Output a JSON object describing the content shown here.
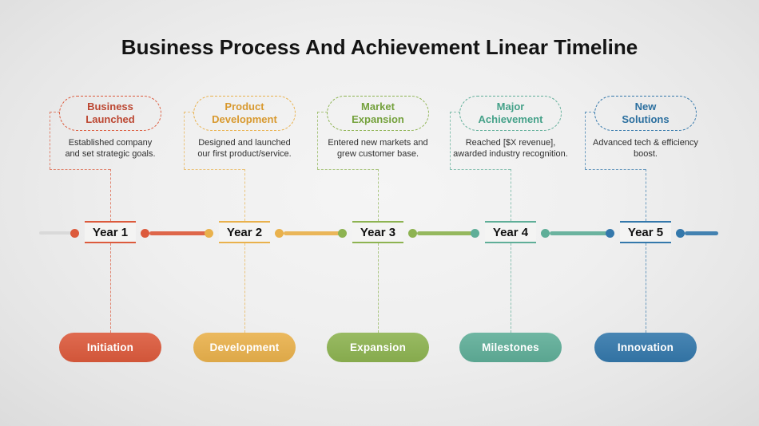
{
  "slide": {
    "title": "Business Process And Achievement Linear Timeline"
  },
  "columns": [
    {
      "header": "Business\nLaunched",
      "description": "Established company\nand set strategic goals.",
      "year": "Year 1",
      "stage": "Initiation",
      "color": "#DC5A3C",
      "header_text_color": "#BC4732"
    },
    {
      "header": "Product\nDevelopment",
      "description": "Designed and launched\nour first product/service.",
      "year": "Year 2",
      "stage": "Development",
      "color": "#E9B14C",
      "header_text_color": "#D8992F"
    },
    {
      "header": "Market\nExpansion",
      "description": "Entered new markets and\ngrew customer base.",
      "year": "Year 3",
      "stage": "Expansion",
      "color": "#8DB351",
      "header_text_color": "#74A13C"
    },
    {
      "header": "Major\nAchievement",
      "description": "Reached [$X revenue],\nawarded industry recognition.",
      "year": "Year 4",
      "stage": "Milestones",
      "color": "#5FAE98",
      "header_text_color": "#45A189"
    },
    {
      "header": "New\nSolutions",
      "description": "Advanced tech & efficiency\nboost.",
      "year": "Year 5",
      "stage": "Innovation",
      "color": "#3478AB",
      "header_text_color": "#2B6F9F"
    }
  ]
}
